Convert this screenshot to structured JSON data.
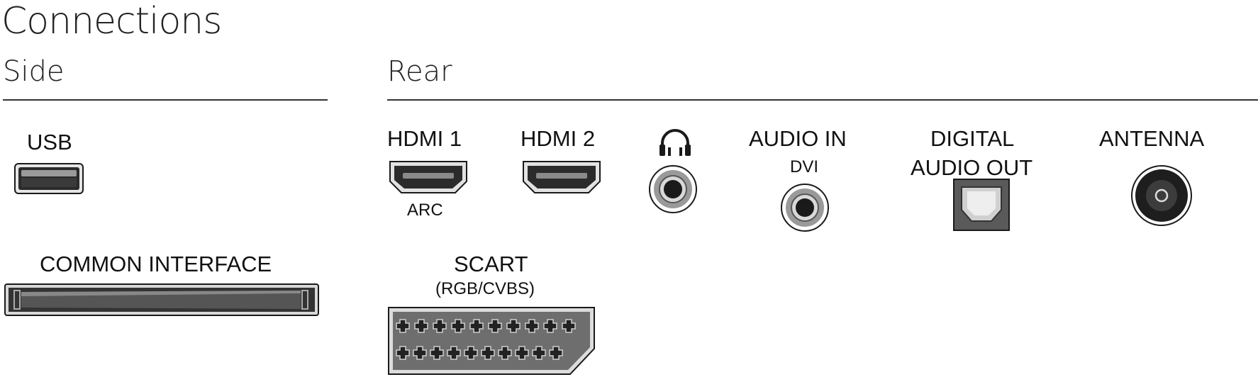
{
  "title": "Connections",
  "side": {
    "heading": "Side",
    "usb_label": "USB",
    "ci_label": "COMMON INTERFACE"
  },
  "rear": {
    "heading": "Rear",
    "hdmi1_label": "HDMI 1",
    "hdmi1_sub": "ARC",
    "hdmi2_label": "HDMI 2",
    "audio_in_label": "AUDIO IN",
    "audio_in_sub": "DVI",
    "digital_out_label_1": "DIGITAL",
    "digital_out_label_2": "AUDIO OUT",
    "antenna_label": "ANTENNA",
    "scart_label": "SCART",
    "scart_sub": "(RGB/CVBS)"
  },
  "icons": [
    "usb-port-icon",
    "common-interface-slot-icon",
    "hdmi-port-icon",
    "headphone-icon",
    "audio-jack-icon",
    "optical-port-icon",
    "antenna-port-icon",
    "scart-port-icon"
  ],
  "colors": {
    "port_dark": "#2b2b2b",
    "port_mid": "#777777",
    "port_light": "#bdbdbd",
    "ink": "#1a1a1a"
  }
}
